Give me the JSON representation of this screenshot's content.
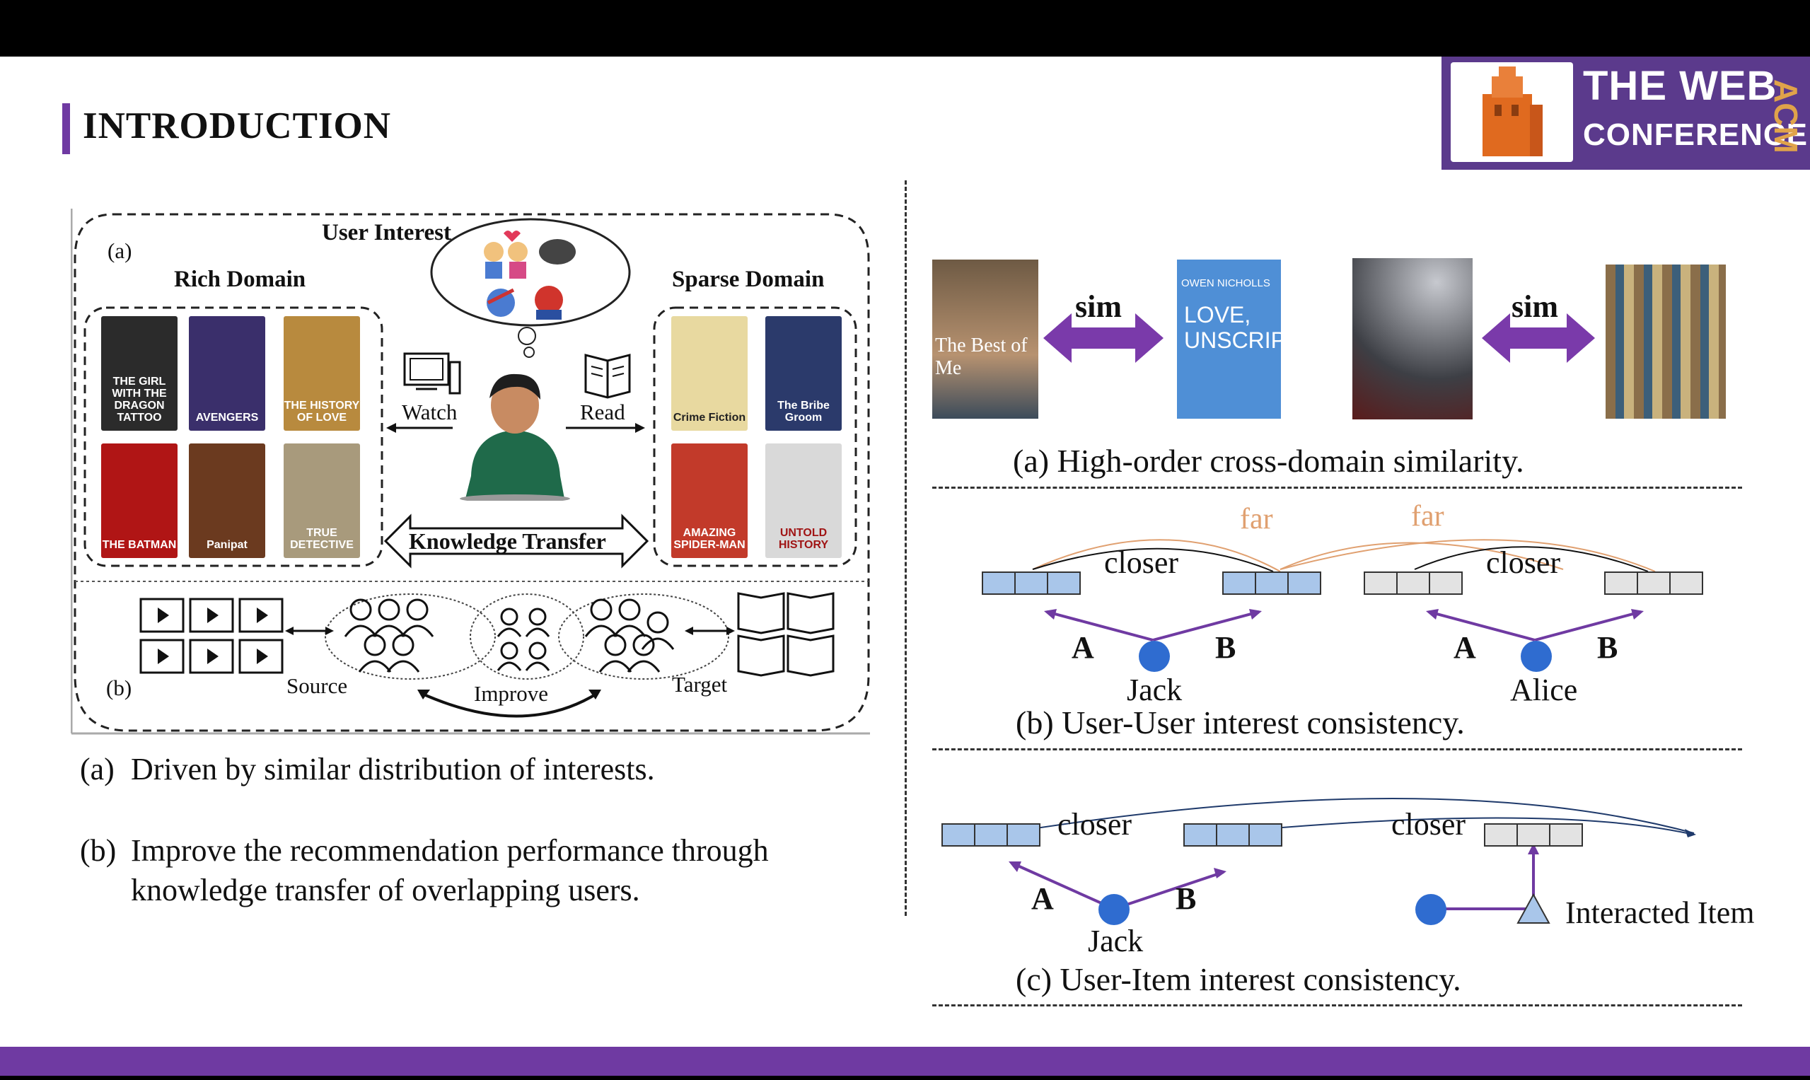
{
  "slide": {
    "title": "INTRODUCTION",
    "logo": {
      "line1": "THE WEB",
      "line2": "CONFERENCE",
      "side": "ACM"
    },
    "colors": {
      "accent": "#6f3aa2",
      "logo_bg": "#5b3a8c",
      "blue_vec": "#a9c6ea",
      "grey_vec": "#e3e3e3",
      "far_arrow": "#e0a070"
    }
  },
  "left_figure": {
    "panel_a": "(a)",
    "panel_b": "(b)",
    "user_interest": "User Interest",
    "rich_domain": "Rich Domain",
    "sparse_domain": "Sparse Domain",
    "watch": "Watch",
    "read": "Read",
    "knowledge_transfer": "Knowledge Transfer",
    "source": "Source",
    "target": "Target",
    "improve": "Improve",
    "movies": [
      {
        "title": "THE GIRL WITH THE DRAGON TATTOO",
        "color": "#2b2b2b"
      },
      {
        "title": "AVENGERS",
        "color": "#3a2f6b"
      },
      {
        "title": "THE HISTORY OF LOVE",
        "color": "#b88a3e"
      },
      {
        "title": "THE BATMAN",
        "color": "#b01515"
      },
      {
        "title": "Panipat",
        "color": "#6b3a1f"
      },
      {
        "title": "TRUE DETECTIVE",
        "color": "#a89a7c"
      }
    ],
    "books": [
      {
        "title": "Crime Fiction",
        "color": "#e8d9a0"
      },
      {
        "title": "The Bribe Groom",
        "color": "#2b3a6b"
      },
      {
        "title": "AMAZING SPIDER-MAN",
        "color": "#c23a2a"
      },
      {
        "title": "UNTOLD HISTORY",
        "color": "#d9d9d9"
      }
    ],
    "caption_a_label": "(a)",
    "caption_a": "Driven by similar distribution of interests.",
    "caption_b_label": "(b)",
    "caption_b_line1": "Improve the recommendation performance through",
    "caption_b_line2": "knowledge transfer of overlapping users."
  },
  "right_figure": {
    "sim1": "sim",
    "sim2": "sim",
    "photo_movie_title": "The Best of Me",
    "photo_book_author": "OWEN NICHOLLS",
    "photo_book_title": "LOVE, UNSCRIPTED",
    "caption_a": "(a)  High-order cross-domain similarity.",
    "b_far1": "far",
    "b_far2": "far",
    "b_closer1": "closer",
    "b_closer2": "closer",
    "b_A1": "A",
    "b_B1": "B",
    "b_A2": "A",
    "b_B2": "B",
    "b_user1": "Jack",
    "b_user2": "Alice",
    "caption_b": "(b)  User-User interest consistency.",
    "c_closer1": "closer",
    "c_closer2": "closer",
    "c_A": "A",
    "c_B": "B",
    "c_user": "Jack",
    "c_item": "Interacted Item",
    "caption_c": "(c)  User-Item interest consistency."
  }
}
